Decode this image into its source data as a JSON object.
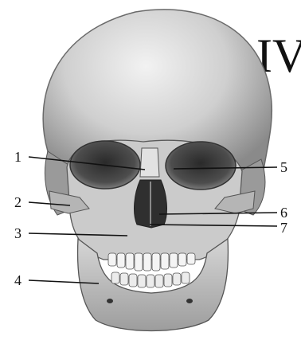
{
  "figure": {
    "title_fragment": "IV",
    "subject": "Anterior view of human skull",
    "labels": [
      {
        "id": "1",
        "text": "1"
      },
      {
        "id": "2",
        "text": "2"
      },
      {
        "id": "3",
        "text": "3"
      },
      {
        "id": "4",
        "text": "4"
      },
      {
        "id": "5",
        "text": "5"
      },
      {
        "id": "6",
        "text": "6"
      },
      {
        "id": "7",
        "text": "7"
      }
    ]
  },
  "colors": {
    "bone_light": "#e4e4e4",
    "bone_mid": "#a8a8a8",
    "bone_dark": "#3a3a3a",
    "ink": "#111111"
  }
}
